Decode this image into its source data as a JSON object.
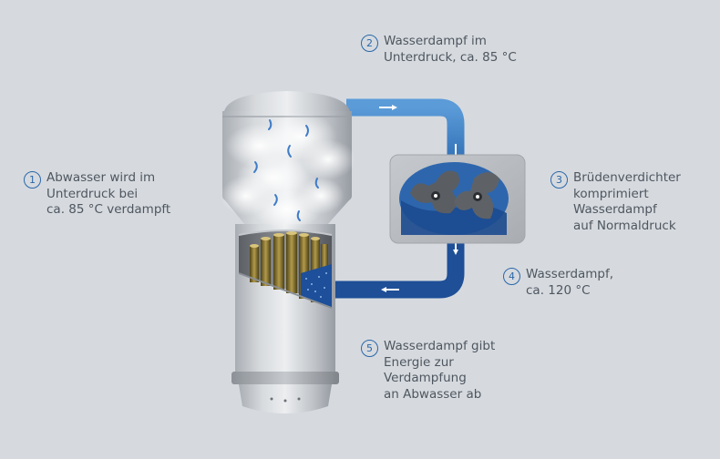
{
  "callouts": [
    {
      "number": "1",
      "lines": [
        "Abwasser wird im",
        "Unterdruck bei",
        "ca. 85 °C verdampft"
      ]
    },
    {
      "number": "2",
      "lines": [
        "Wasserdampf im",
        "Unterdruck, ca. 85 °C"
      ]
    },
    {
      "number": "3",
      "lines": [
        "Brüdenverdichter",
        "komprimiert",
        "Wasserdampf",
        "auf Normaldruck"
      ]
    },
    {
      "number": "4",
      "lines": [
        "Wasserdampf,",
        "ca. 120 °C"
      ]
    },
    {
      "number": "5",
      "lines": [
        "Wasserdampf gibt",
        "Energie zur",
        "Verdampfung",
        "an Abwasser ab"
      ]
    }
  ],
  "colors": {
    "background": "#d6dadf",
    "accent": "#2a67a8",
    "steam_pipe_light": "#4f8fcd",
    "steam_pipe_dark": "#1e4f97",
    "water": "#1d4f9a",
    "text": "#4e565f"
  }
}
